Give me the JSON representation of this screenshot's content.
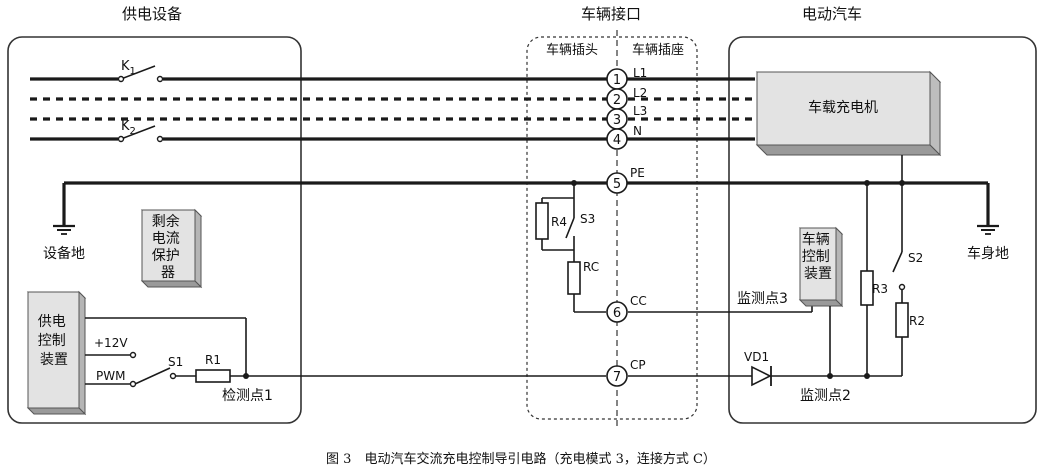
{
  "headers": {
    "supply": "供电设备",
    "interface": "车辆接口",
    "vehicle": "电动汽车"
  },
  "interface": {
    "plug": "车辆插头",
    "socket": "车辆插座"
  },
  "pins": [
    {
      "num": "1",
      "label": "L1"
    },
    {
      "num": "2",
      "label": "L2"
    },
    {
      "num": "3",
      "label": "L3"
    },
    {
      "num": "4",
      "label": "N"
    },
    {
      "num": "5",
      "label": "PE"
    },
    {
      "num": "6",
      "label": "CC"
    },
    {
      "num": "7",
      "label": "CP"
    }
  ],
  "switches": {
    "k1_main": "K",
    "k1_sub": "1",
    "k2_main": "K",
    "k2_sub": "2",
    "s1": "S1",
    "s2": "S2",
    "s3": "S3"
  },
  "resistors": {
    "r1": "R1",
    "r2": "R2",
    "r3": "R3",
    "r4": "R4",
    "rc": "RC"
  },
  "diode": "VD1",
  "boxes": {
    "charger": "车载充电机",
    "rcd": [
      "剩余",
      "电流",
      "保护",
      "器"
    ],
    "supply_ctrl": [
      "供电",
      "控制",
      "装置"
    ],
    "vehicle_ctrl": [
      "车辆",
      "控制",
      "装置"
    ]
  },
  "grounds": {
    "equipment": "设备地",
    "body": "车身地"
  },
  "signals": {
    "v12": "+12V",
    "pwm": "PWM"
  },
  "points": {
    "p1": "检测点1",
    "p2": "监测点2",
    "p3": "监测点3"
  },
  "caption": "图 3　电动汽车交流充电控制导引电路（充电模式 3，连接方式 C）"
}
